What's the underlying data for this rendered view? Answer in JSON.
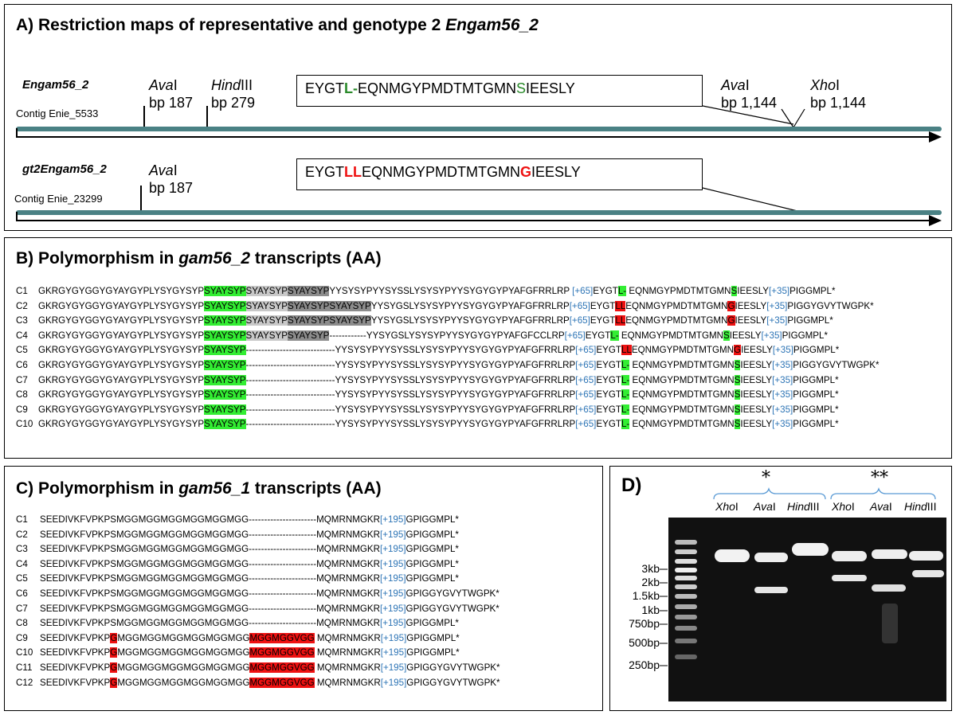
{
  "panel_a": {
    "title_prefix": "A) Restriction maps of representative and genotype 2 ",
    "title_gene": "Engam56_2",
    "track1": {
      "gene": "Engam56_2",
      "contig": "Contig Enie_5533",
      "sites": [
        {
          "enzyme_it": "Ava",
          "enzyme_rest": "I",
          "bp": "bp 187"
        },
        {
          "enzyme_it": "Hind",
          "enzyme_rest": "III",
          "bp": "bp 279"
        },
        {
          "enzyme_it": "Ava",
          "enzyme_rest": "I",
          "bp": "bp 1,144"
        },
        {
          "enzyme_it": "Xho",
          "enzyme_rest": "I",
          "bp": "bp 1,144"
        }
      ],
      "seq_pre": "EYGT",
      "seq_mark1": "L-",
      "seq_mid": "EQNMGYPMDTMTGMN",
      "seq_mark2": "S",
      "seq_post": "IEESLY"
    },
    "track2": {
      "gene": "gt2Engam56_2",
      "contig": "Contig  Enie_23299",
      "sites": [
        {
          "enzyme_it": "Ava",
          "enzyme_rest": "I",
          "bp": "bp 187"
        }
      ],
      "seq_pre": "EYGT",
      "seq_mark1": "LL",
      "seq_mid": "EQNMGYPMDTMTGMN",
      "seq_mark2": "G",
      "seq_post": "IEESLY"
    }
  },
  "panel_b": {
    "title_prefix": "B) Polymorphism in ",
    "title_gene": "gam56_2",
    "title_suffix": " transcripts (AA)",
    "rows": [
      {
        "id": "C1",
        "a": "GKRGYGYGGYGYAYGYPLYSYGYSYP",
        "g": "SYAYSYP",
        "lg": "SYAYSYP",
        "dg": "SYAYSYP",
        "b": "YYSYSYPYYSYSSLYSYSYPYYSYGYGYPYAFGFRRLRP ",
        "ins1": "[+65]",
        "c": "EYGT",
        "m1": "L-",
        "m1c": "g",
        "d": " EQNMGYPMDTMTGMN",
        "m2": "S",
        "m2c": "g",
        "e": "IEESLY",
        "ins2": "[+35]",
        "f": "PIGGMPL*"
      },
      {
        "id": "C2",
        "a": "GKRGYGYGGYGYAYGYPLYSYGYSYP",
        "g": "SYAYSYP",
        "lg": "SYAYSYP",
        "dg": "SYAYSYPSYAYSYP",
        "b": "YYSYGSLYSYSYPYYSYGYGYPYAFGFRRLRP",
        "ins1": "[+65]",
        "c": "EYGT",
        "m1": "LL",
        "m1c": "r",
        "d": "EQNMGYPMDTMTGMN",
        "m2": "G",
        "m2c": "r",
        "e": "IEESLY",
        "ins2": "[+35]",
        "f": "PIGGYGVYTWGPK*"
      },
      {
        "id": "C3",
        "a": "GKRGYGYGGYGYAYGYPLYSYGYSYP",
        "g": "SYAYSYP",
        "lg": "SYAYSYP",
        "dg": "SYAYSYPSYAYSYP",
        "b": "YYSYGSLYSYSYPYYSYGYGYPYAFGFRRLRP",
        "ins1": "[+65]",
        "c": "EYGT",
        "m1": "LL",
        "m1c": "r",
        "d": "EQNMGYPMDTMTGMN",
        "m2": "G",
        "m2c": "r",
        "e": "IEESLY",
        "ins2": "[+35]",
        "f": "PIGGMPL*"
      },
      {
        "id": "C4",
        "a": "GKRGYGYGGYGYAYGYPLYSYGYSYP",
        "g": "SYAYSYP",
        "lg": "SYAYSYP",
        "dg": "SYAYSYP",
        "b": "------------YYSYGSLYSYSYPYYSYGYGYPYAFGFCCLRP",
        "ins1": "[+65]",
        "c": "EYGT",
        "m1": "L-",
        "m1c": "g",
        "d": " EQNMGYPMDTMTGMN",
        "m2": "S",
        "m2c": "g",
        "e": "IEESLY",
        "ins2": "[+35]",
        "f": "PIGGMPL*"
      },
      {
        "id": "C5",
        "a": "GKRGYGYGGYGYAYGYPLYSYGYSYP",
        "g": "SYAYSYP",
        "lg": "",
        "dg": "",
        "b": "-----------------------------YYSYSYPYYSYSSLYSYSYPYYSYGYGYPYAFGFRRLRP",
        "ins1": "[+65]",
        "c": "EYGT",
        "m1": "LL",
        "m1c": "r",
        "d": "EQNMGYPMDTMTGMN",
        "m2": "G",
        "m2c": "r",
        "e": "IEESLY",
        "ins2": "[+35]",
        "f": "PIGGMPL*"
      },
      {
        "id": "C6",
        "a": "GKRGYGYGGYGYAYGYPLYSYGYSYP",
        "g": "SYAYSYP",
        "lg": "",
        "dg": "",
        "b": "-----------------------------YYSYSYPYYSYSSLYSYSYPYYSYGYGYPYAFGFRRLRP",
        "ins1": "[+65]",
        "c": "EYGT",
        "m1": "L-",
        "m1c": "g",
        "d": " EQNMGYPMDTMTGMN",
        "m2": "S",
        "m2c": "g",
        "e": "IEESLY",
        "ins2": "[+35]",
        "f": "PIGGYGVYTWGPK*"
      },
      {
        "id": "C7",
        "a": "GKRGYGYGGYGYAYGYPLYSYGYSYP",
        "g": "SYAYSYP",
        "lg": "",
        "dg": "",
        "b": "-----------------------------YYSYSYPYYSYSSLYSYSYPYYSYGYGYPYAFGFRRLRP",
        "ins1": "[+65]",
        "c": "EYGT",
        "m1": "L-",
        "m1c": "g",
        "d": " EQNMGYPMDTMTGMN",
        "m2": "S",
        "m2c": "g",
        "e": "IEESLY",
        "ins2": "[+35]",
        "f": "PIGGMPL*"
      },
      {
        "id": "C8",
        "a": "GKRGYGYGGYGYAYGYPLYSYGYSYP",
        "g": "SYAYSYP",
        "lg": "",
        "dg": "",
        "b": "-----------------------------YYSYSYPYYSYSSLYSYSYPYYSYGYGYPYAFGFRRLRP",
        "ins1": "[+65]",
        "c": "EYGT",
        "m1": "L-",
        "m1c": "g",
        "d": " EQNMGYPMDTMTGMN",
        "m2": "S",
        "m2c": "g",
        "e": "IEESLY",
        "ins2": "[+35]",
        "f": "PIGGMPL*"
      },
      {
        "id": "C9",
        "a": "GKRGYGYGGYGYAYGYPLYSYGYSYP",
        "g": "SYAYSYP",
        "lg": "",
        "dg": "",
        "b": "-----------------------------YYSYSYPYYSYSSLYSYSYPYYSYGYGYPYAFGFRRLRP",
        "ins1": "[+65]",
        "c": "EYGT",
        "m1": "L-",
        "m1c": "g",
        "d": " EQNMGYPMDTMTGMN",
        "m2": "S",
        "m2c": "g",
        "e": "IEESLY",
        "ins2": "[+35]",
        "f": "PIGGMPL*"
      },
      {
        "id": "C10",
        "a": "GKRGYGYGGYGYAYGYPLYSYGYSYP",
        "g": "SYAYSYP",
        "lg": "",
        "dg": "",
        "b": "-----------------------------YYSYSYPYYSYSSLYSYSYPYYSYGYGYPYAFGFRRLRP",
        "ins1": "[+65]",
        "c": "EYGT",
        "m1": "L-",
        "m1c": "g",
        "d": " EQNMGYPMDTMTGMN",
        "m2": "S",
        "m2c": "g",
        "e": "IEESLY",
        "ins2": "[+35]",
        "f": "PIGGMPL*"
      }
    ]
  },
  "panel_c": {
    "title_prefix": "C) Polymorphism in ",
    "title_gene": "gam56_1",
    "title_suffix": " transcripts (AA)",
    "rows": [
      {
        "id": "C1",
        "a": "SEEDIVKFVPKPSMGGMGGMGGMGGMGGMGG",
        "r1": "",
        "b": "",
        "r2": "",
        "c": "----------------------MQMRNMGKR",
        "ins": "[+195]",
        "f": "GPIGGMPL*"
      },
      {
        "id": "C2",
        "a": "SEEDIVKFVPKPSMGGMGGMGGMGGMGGMGG",
        "r1": "",
        "b": "",
        "r2": "",
        "c": "----------------------MQMRNMGKR",
        "ins": "[+195]",
        "f": "GPIGGMPL*"
      },
      {
        "id": "C3",
        "a": "SEEDIVKFVPKPSMGGMGGMGGMGGMGGMGG",
        "r1": "",
        "b": "",
        "r2": "",
        "c": "----------------------MQMRNMGKR",
        "ins": "[+195]",
        "f": "GPIGGMPL*"
      },
      {
        "id": "C4",
        "a": "SEEDIVKFVPKPSMGGMGGMGGMGGMGGMGG",
        "r1": "",
        "b": "",
        "r2": "",
        "c": "----------------------MQMRNMGKR",
        "ins": "[+195]",
        "f": "GPIGGMPL*"
      },
      {
        "id": "C5",
        "a": "SEEDIVKFVPKPSMGGMGGMGGMGGMGGMGG",
        "r1": "",
        "b": "",
        "r2": "",
        "c": "----------------------MQMRNMGKR",
        "ins": "[+195]",
        "f": "GPIGGMPL*"
      },
      {
        "id": "C6",
        "a": "SEEDIVKFVPKPSMGGMGGMGGMGGMGGMGG",
        "r1": "",
        "b": "",
        "r2": "",
        "c": "----------------------MQMRNMGKR",
        "ins": "[+195]",
        "f": "GPIGGYGVYTWGPK*"
      },
      {
        "id": "C7",
        "a": "SEEDIVKFVPKPSMGGMGGMGGMGGMGGMGG",
        "r1": "",
        "b": "",
        "r2": "",
        "c": "----------------------MQMRNMGKR",
        "ins": "[+195]",
        "f": "GPIGGYGVYTWGPK*"
      },
      {
        "id": "C8",
        "a": "SEEDIVKFVPKPSMGGMGGMGGMGGMGGMGG",
        "r1": "",
        "b": "",
        "r2": "",
        "c": "----------------------MQMRNMGKR",
        "ins": "[+195]",
        "f": "GPIGGMPL*"
      },
      {
        "id": "C9",
        "a": "SEEDIVKFVPKP",
        "r1": "G",
        "b": "MGGMGGMGGMGGMGGMGG",
        "r2": "MGGMGGVGG",
        "c": " MQMRNMGKR",
        "ins": "[+195]",
        "f": "GPIGGMPL*"
      },
      {
        "id": "C10",
        "a": "SEEDIVKFVPKP",
        "r1": "G",
        "b": "MGGMGGMGGMGGMGGMGG",
        "r2": "MGGMGGVGG",
        "c": " MQMRNMGKR",
        "ins": "[+195]",
        "f": "GPIGGMPL*"
      },
      {
        "id": "C11",
        "a": "SEEDIVKFVPKP",
        "r1": "G",
        "b": "MGGMGGMGGMGGMGGMGG",
        "r2": "MGGMGGVGG",
        "c": " MQMRNMGKR",
        "ins": "[+195]",
        "f": "GPIGGYGVYTWGPK*"
      },
      {
        "id": "C12",
        "a": "SEEDIVKFVPKP",
        "r1": "G",
        "b": "MGGMGGMGGMGGMGGMGG",
        "r2": "MGGMGGVGG",
        "c": " MQMRNMGKR",
        "ins": "[+195]",
        "f": "GPIGGYGVYTWGPK*"
      }
    ]
  },
  "panel_d": {
    "title": "D)",
    "group1_mark": "*",
    "group2_mark": "**",
    "lanes": [
      {
        "it": "Xho",
        "rest": "I"
      },
      {
        "it": "Ava",
        "rest": "I"
      },
      {
        "it": "Hind",
        "rest": "III"
      },
      {
        "it": "Xho",
        "rest": "I"
      },
      {
        "it": "Ava",
        "rest": "I"
      },
      {
        "it": "Hind",
        "rest": "III"
      }
    ],
    "ladder_labels": [
      "3kb",
      "2kb",
      "1.5kb",
      "1kb",
      "750bp",
      "500bp",
      "250bp"
    ]
  },
  "colors": {
    "track_bar": "#4a8184",
    "highlight_green": "#33ee33",
    "highlight_red": "#ee1111",
    "highlight_light_gray": "#c8c8c8",
    "highlight_dark_gray": "#8c8c8c",
    "insert_blue": "#2e75b6"
  }
}
